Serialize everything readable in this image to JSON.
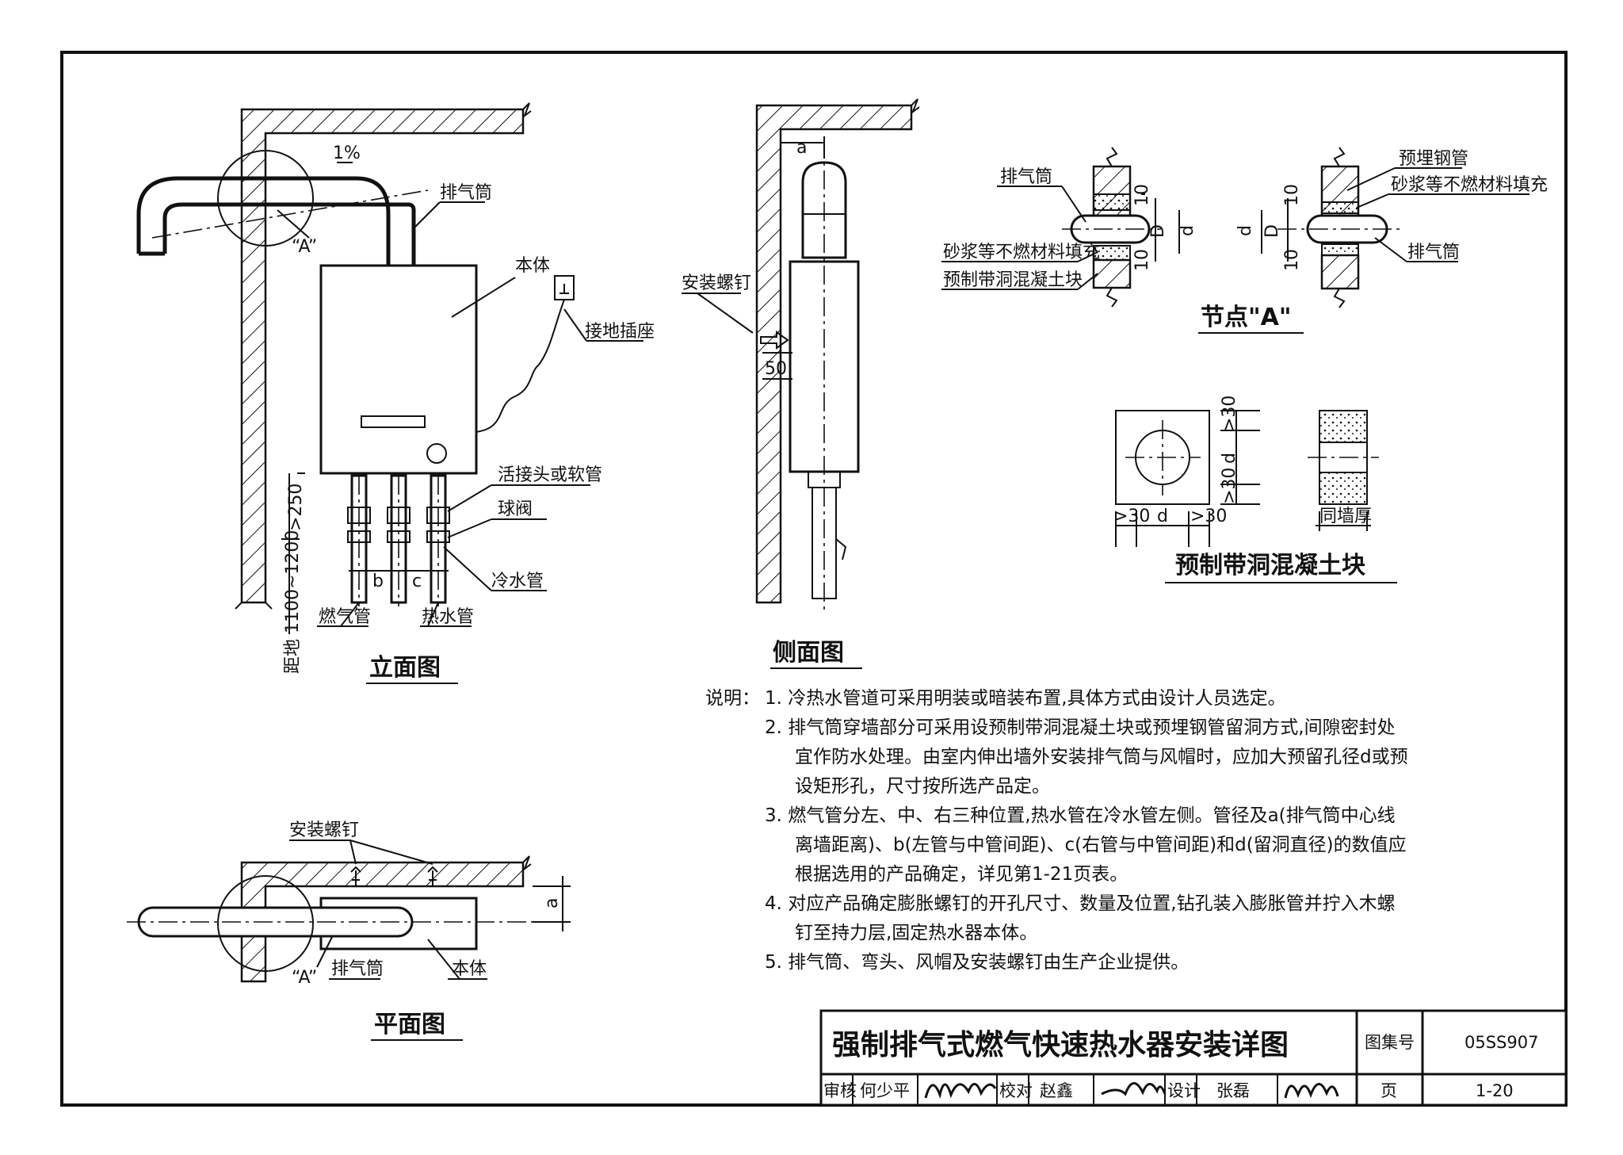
{
  "elevation": {
    "title": "立面图",
    "slope": "1%",
    "node_a": "“A”",
    "exhaust_pipe": "排气筒",
    "body": "本体",
    "ground_socket": "接地插座",
    "union_hose": "活接头或软管",
    "ball_valve": "球阀",
    "cold_water_pipe": "冷水管",
    "gas_pipe": "燃气管",
    "hot_water_pipe": "热水管",
    "dim_250": ">250",
    "dim_height": "距地 1100~1200",
    "dim_b": "b",
    "dim_c": "c"
  },
  "side": {
    "title": "侧面图",
    "screw": "安装螺钉",
    "dim_a": "a",
    "dim_50": "50"
  },
  "node": {
    "title": "节点\"A\"",
    "exhaust_left": "排气筒",
    "mortar_left": "砂浆等不燃材料填充",
    "block_left": "预制带洞混凝土块",
    "steel_pipe": "预埋钢管",
    "mortar_right": "砂浆等不燃材料填充",
    "exhaust_right": "排气筒",
    "dim_10": "10",
    "dim_D": "D",
    "dim_d": "d"
  },
  "block": {
    "title": "预制带洞混凝土块",
    "dim_30": ">30",
    "dim_d": "d",
    "wall_thick": "同墙厚"
  },
  "plan": {
    "title": "平面图",
    "screw": "安装螺钉",
    "node_a": "“A”",
    "exhaust_pipe": "排气筒",
    "body": "本体",
    "dim_a": "a"
  },
  "notes": {
    "label": "说明：",
    "items": [
      "1.  冷热水管道可采用明装或暗装布置,具体方式由设计人员选定。",
      "2.  排气筒穿墙部分可采用设预制带洞混凝土块或预埋钢管留洞方式,间隙密封处",
      "宜作防水处理。由室内伸出墙外安装排气筒与风帽时，应加大预留孔径d或预",
      "设矩形孔，尺寸按所选产品定。",
      "3.  燃气管分左、中、右三种位置,热水管在冷水管左侧。管径及a(排气筒中心线",
      "离墙距离)、b(左管与中管间距)、c(右管与中管间距)和d(留洞直径)的数值应",
      "根据选用的产品确定，详见第1-21页表。",
      "4.  对应产品确定膨胀螺钉的开孔尺寸、数量及位置,钻孔装入膨胀管并拧入木螺",
      "钉至持力层,固定热水器本体。",
      "5.  排气筒、弯头、风帽及安装螺钉由生产企业提供。"
    ]
  },
  "title_block": {
    "drawing_title": "强制排气式燃气快速热水器安装详图",
    "atlas_label": "图集号",
    "atlas_no": "05SS907",
    "review_label": "审核",
    "reviewer": "何少平",
    "check_label": "校对",
    "checker": "赵鑫",
    "design_label": "设计",
    "designer": "张磊",
    "page_label": "页",
    "page_no": "1-20"
  }
}
